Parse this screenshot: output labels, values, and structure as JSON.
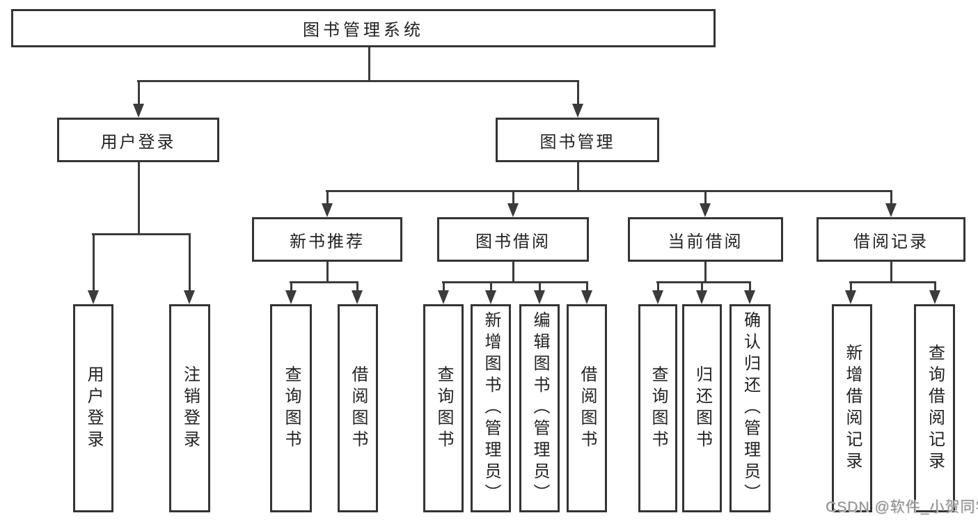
{
  "diagram": {
    "root": {
      "label": "图书管理系统"
    },
    "user_login": {
      "label": "用户登录",
      "children": [
        {
          "label": "用户登录"
        },
        {
          "label": "注销登录"
        }
      ]
    },
    "book_management": {
      "label": "图书管理",
      "children": [
        {
          "label": "新书推荐",
          "children": [
            {
              "label": "查询图书"
            },
            {
              "label": "借阅图书"
            }
          ]
        },
        {
          "label": "图书借阅",
          "children": [
            {
              "label": "查询图书"
            },
            {
              "label": "新增图书（管理员）"
            },
            {
              "label": "编辑图书（管理员）"
            },
            {
              "label": "借阅图书"
            }
          ]
        },
        {
          "label": "当前借阅",
          "children": [
            {
              "label": "查询图书"
            },
            {
              "label": "归还图书"
            },
            {
              "label": "确认归还（管理员）"
            }
          ]
        },
        {
          "label": "借阅记录",
          "children": [
            {
              "label": "新增借阅记录"
            },
            {
              "label": "查询借阅记录"
            }
          ]
        }
      ]
    },
    "watermark": "CSDN @软件_小贺同学",
    "colors": {
      "line": "#3b3b3b",
      "box_border": "#343434",
      "box_background": "#ffffff",
      "text": "#222222",
      "watermark": "#929292"
    }
  }
}
